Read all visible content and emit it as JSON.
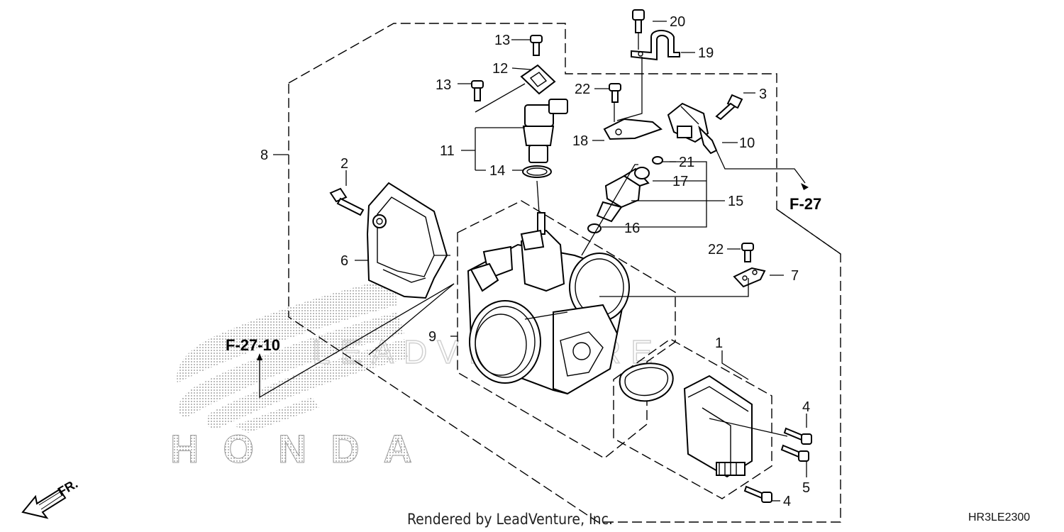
{
  "callouts": [
    {
      "id": "1",
      "text": "1"
    },
    {
      "id": "2",
      "text": "2"
    },
    {
      "id": "3",
      "text": "3"
    },
    {
      "id": "4a",
      "text": "4"
    },
    {
      "id": "4b",
      "text": "4"
    },
    {
      "id": "5",
      "text": "5"
    },
    {
      "id": "6",
      "text": "6"
    },
    {
      "id": "7",
      "text": "7"
    },
    {
      "id": "8",
      "text": "8"
    },
    {
      "id": "9",
      "text": "9"
    },
    {
      "id": "10",
      "text": "10"
    },
    {
      "id": "11",
      "text": "11"
    },
    {
      "id": "12",
      "text": "12"
    },
    {
      "id": "13a",
      "text": "13"
    },
    {
      "id": "13b",
      "text": "13"
    },
    {
      "id": "14",
      "text": "14"
    },
    {
      "id": "15",
      "text": "15"
    },
    {
      "id": "16",
      "text": "16"
    },
    {
      "id": "17",
      "text": "17"
    },
    {
      "id": "18",
      "text": "18"
    },
    {
      "id": "19",
      "text": "19"
    },
    {
      "id": "20",
      "text": "20"
    },
    {
      "id": "21",
      "text": "21"
    },
    {
      "id": "22a",
      "text": "22"
    },
    {
      "id": "22b",
      "text": "22"
    }
  ],
  "references": {
    "fuel": "F-27",
    "intake": "F-27-10"
  },
  "direction_label": "FR.",
  "brand_logo_text": "HONDA",
  "watermark": "LEADVENTURE",
  "footer": "Rendered by LeadVenture, Inc.",
  "diagram_code": "HR3LE2300",
  "icons": [
    "front-arrow-icon",
    "honda-wing-logo"
  ]
}
